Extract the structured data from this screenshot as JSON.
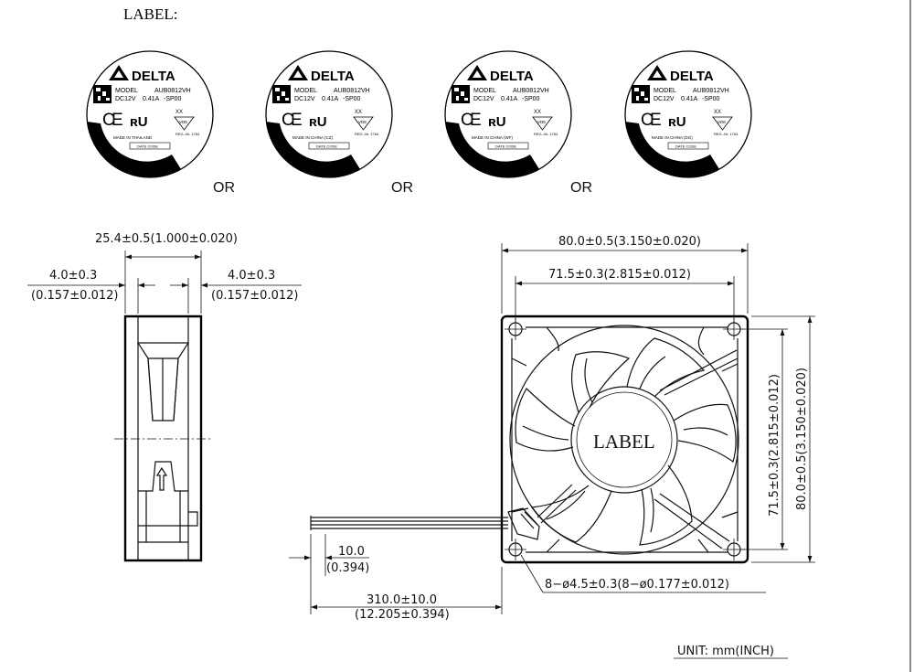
{
  "header": {
    "label_title": "LABEL:"
  },
  "label_variants": [
    {
      "brand": "DELTA",
      "model_key": "MODEL",
      "model": "AUB0812VH",
      "rating_v": "DC12V",
      "rating_a": "0.41A",
      "suffix": "-SP00",
      "origin": "MADE IN THAILAND",
      "date_code": "DATE CODE",
      "xx": "XX",
      "reg": "REG.-Nr. 1764",
      "vde": "VDE"
    },
    {
      "brand": "DELTA",
      "model_key": "MODEL",
      "model": "AUB0812VH",
      "rating_v": "DC12V",
      "rating_a": "0.41A",
      "suffix": "-SP00",
      "origin": "MADE IN CHINA (CZ)",
      "date_code": "DATE CODE",
      "xx": "XX",
      "reg": "REG.-Nr. 1764",
      "vde": "VDE"
    },
    {
      "brand": "DELTA",
      "model_key": "MODEL",
      "model": "AUB0812VH",
      "rating_v": "DC12V",
      "rating_a": "0.41A",
      "suffix": "-SP00",
      "origin": "MADE IN CHINA (WF)",
      "date_code": "DATE CODE",
      "xx": "XX",
      "reg": "REG.-Nr. 1764",
      "vde": "VDE"
    },
    {
      "brand": "DELTA",
      "model_key": "MODEL",
      "model": "AUB0812VH",
      "rating_v": "DC12V",
      "rating_a": "0.41A",
      "suffix": "-SP00",
      "origin": "MADE IN CHINA (DG)",
      "date_code": "DATE CODE",
      "xx": "XX",
      "reg": "REG.-Nr. 1764",
      "vde": "VDE"
    }
  ],
  "or_text": "OR",
  "side_view": {
    "depth": "25.4±0.5(1.000±0.020)",
    "flange_left_mm": "4.0±0.3",
    "flange_left_in": "(0.157±0.012)",
    "flange_right_mm": "4.0±0.3",
    "flange_right_in": "(0.157±0.012)"
  },
  "front_view": {
    "overall_width": "80.0±0.5(3.150±0.020)",
    "hole_pitch_width": "71.5±0.3(2.815±0.012)",
    "hole_pitch_height": "71.5±0.3(2.815±0.012)",
    "overall_height": "80.0±0.5(3.150±0.020)",
    "hub_label": "LABEL",
    "holes": "8−ø4.5±0.3(8−ø0.177±0.012)"
  },
  "lead_wire": {
    "strip_mm": "10.0",
    "strip_in": "(0.394)",
    "length_mm": "310.0±10.0",
    "length_in": "(12.205±0.394)"
  },
  "unit_note": "UNIT:  mm(INCH)"
}
